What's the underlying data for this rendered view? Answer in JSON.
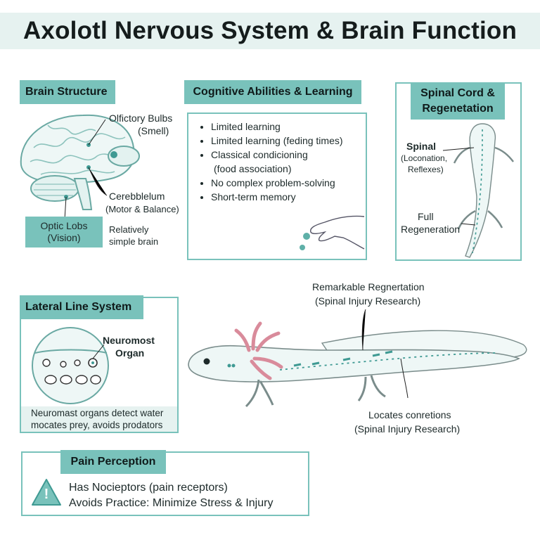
{
  "title": "Axolotl Nervous System & Brain Function",
  "brain": {
    "tag": "Brain Structure",
    "olfactory": "Olfictory Bulbs",
    "olfactory_sub": "(Smell)",
    "cerebellum": "Cerebblelum",
    "cerebellum_sub": "(Motor & Balance)",
    "optic": "Optic Lobs",
    "optic_sub": "(Vision)",
    "simple1": "Relatively",
    "simple2": "simple brain"
  },
  "cognitive": {
    "tag": "Cognitive Abilities & Learning",
    "items": [
      "Limited learning",
      "Limited learning (feding times)",
      "Classical condicioning",
      "No complex problem-solving",
      "Short-term memory"
    ],
    "item3_sub": "(food association)"
  },
  "spinal": {
    "tag1": "Spinal Cord &",
    "tag2": "Regenetation",
    "label": "Spinal",
    "label_sub1": "(Loconation,",
    "label_sub2": "Reflexes)",
    "full1": "Full",
    "full2": "Regeneration"
  },
  "lateral": {
    "tag": "Lateral Line System",
    "neuro1": "Neuromost",
    "neuro2": "Organ",
    "caption1": "Neuromast organs detect water",
    "caption2": "mocates prey, avoids prodators"
  },
  "axolotl": {
    "top1": "Remarkable Regnertation",
    "top2": "(Spinal Injury Research)",
    "bottom1": "Locates conretions",
    "bottom2": "(Spinal Injury Research)"
  },
  "pain": {
    "tag": "Pain Perception",
    "line1": "Has Nocieptors (pain receptors)",
    "line2": "Avoids Practice: Minimize Stress & Injury",
    "warning_symbol": "!"
  },
  "colors": {
    "accent": "#79c2bb",
    "accent_dark": "#3f9a93",
    "gill_pink": "#d98b9b"
  }
}
